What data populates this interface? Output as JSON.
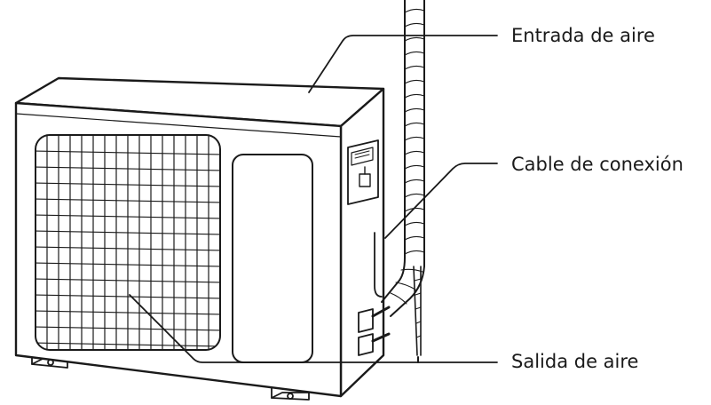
{
  "labels": {
    "air_inlet": "Entrada de aire",
    "connection_cable": "Cable de conexión",
    "air_outlet": "Salida de aire"
  },
  "colors": {
    "line": "#1a1a1a",
    "background": "#ffffff"
  }
}
